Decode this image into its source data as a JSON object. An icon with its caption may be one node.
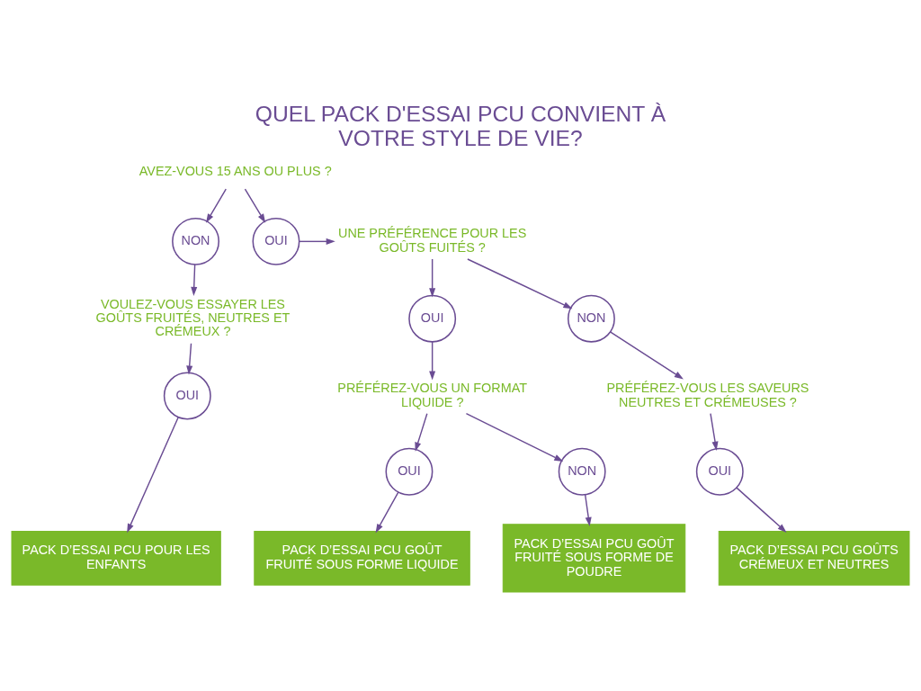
{
  "diagram": {
    "title": "QUEL PACK D'ESSAI PCU CONVIENT À VOTRE STYLE DE VIE?",
    "nodes": [
      {
        "text": [
          "AVEZ-VOUS 15 ANS OU PLUS ?"
        ]
      },
      {
        "text": [
          "NON"
        ]
      },
      {
        "text": [
          "OUI"
        ]
      },
      {
        "text": [
          "UNE PRÉFÉRENCE POUR LES GOÛTS FUITÉS ?"
        ]
      },
      {
        "text": [
          "VOULEZ-VOUS ESSAYER LES GOÛTS FRUITÉS, NEUTRES ET CRÉMEUX ?"
        ]
      },
      {
        "text": [
          "OUI"
        ]
      },
      {
        "text": [
          "NON"
        ]
      },
      {
        "text": [
          "PRÉFÉREZ-VOUS UN FORMAT LIQUIDE ?"
        ]
      },
      {
        "text": [
          "PRÉFÉREZ-VOUS LES SAVEURS NEUTRES ET CRÉMEUSES ?"
        ]
      },
      {
        "text": [
          "OUI"
        ]
      },
      {
        "text": [
          "OUI"
        ]
      },
      {
        "text": [
          "NON"
        ]
      },
      {
        "text": [
          "OUI"
        ]
      },
      {
        "text": [
          "PACK D’ESSAI PCU POUR LES ENFANTS"
        ]
      },
      {
        "text": [
          "PACK D’ESSAI PCU GOÛT FRUITÉ SOUS FORME LIQUIDE"
        ]
      },
      {
        "text": [
          "PACK D’ESSAI PCU GOÛT FRUITÉ SOUS FORME DE POUDRE"
        ]
      },
      {
        "text": [
          "PACK D’ESSAI PCU GOÛTS CRÉMEUX ET NEUTRES"
        ]
      }
    ],
    "edges": [
      {
        "from": 0,
        "to": 1,
        "arrow": "to"
      },
      {
        "from": 0,
        "to": 2,
        "arrow": "to"
      },
      {
        "from": 2,
        "to": 3,
        "arrow": "to"
      },
      {
        "from": 1,
        "to": 4,
        "arrow": "to"
      },
      {
        "from": 3,
        "to": 5,
        "arrow": "to"
      },
      {
        "from": 3,
        "to": 6,
        "arrow": "to"
      },
      {
        "from": 5,
        "to": 7,
        "arrow": "to"
      },
      {
        "from": 6,
        "to": 8,
        "arrow": "to"
      },
      {
        "from": 4,
        "to": 9,
        "arrow": "to"
      },
      {
        "from": 7,
        "to": 10,
        "arrow": "to"
      },
      {
        "from": 7,
        "to": 11,
        "arrow": "to"
      },
      {
        "from": 8,
        "to": 12,
        "arrow": "to"
      },
      {
        "from": 9,
        "to": 13,
        "arrow": "to"
      },
      {
        "from": 10,
        "to": 14,
        "arrow": "to"
      },
      {
        "from": 11,
        "to": 15,
        "arrow": "to"
      },
      {
        "from": 12,
        "to": 16,
        "arrow": "to"
      }
    ]
  }
}
